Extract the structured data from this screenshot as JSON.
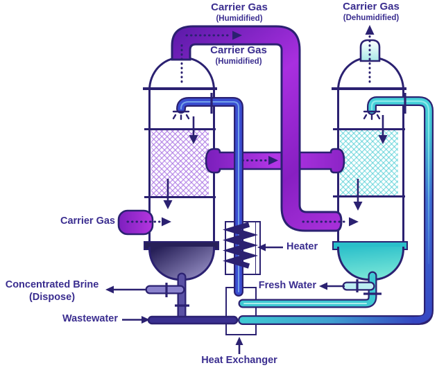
{
  "diagram": {
    "labels": {
      "top_humidified": {
        "line1": "Carrier Gas",
        "line2": "(Humidified)"
      },
      "mid_humidified": {
        "line1": "Carrier Gas",
        "line2": "(Humidified)"
      },
      "top_dehumidified": {
        "line1": "Carrier Gas",
        "line2": "(Dehumidified)"
      },
      "carrier_gas_inlet": "Carrier Gas",
      "concentrated_brine": {
        "line1": "Concentrated Brine",
        "line2": "(Dispose)"
      },
      "wastewater": "Wastewater",
      "heater": "Heater",
      "fresh_water": "Fresh Water",
      "heat_exchanger": "Heat Exchanger"
    },
    "components": {
      "left_column": "humidifier-column",
      "right_column": "dehumidifier-column",
      "heater": "heater-unit",
      "heat_exchanger": "heat-exchanger-unit"
    },
    "palette": {
      "outline_navy": "#2b2171",
      "label_text": "#3a2d8f",
      "pipe_violet_dark": "#5a1aa8",
      "pipe_magenta_bright": "#a92fe0",
      "pipe_purple": "#8c26c6",
      "pipe_blue": "#3a4ed2",
      "pipe_teal": "#3fc8d2",
      "fresh_water_fill": "#bceef2",
      "brine_pipe_fill": "#8a82cc",
      "wastewater_fill": "#3a3090",
      "hatch_purple": "#b58ae0",
      "hatch_teal": "#63d2d8",
      "left_sump_top": "#272058",
      "left_sump_bottom": "#9a93c8",
      "right_sump_top": "#2abfca",
      "right_sump_bottom": "#7fe9d8"
    }
  }
}
